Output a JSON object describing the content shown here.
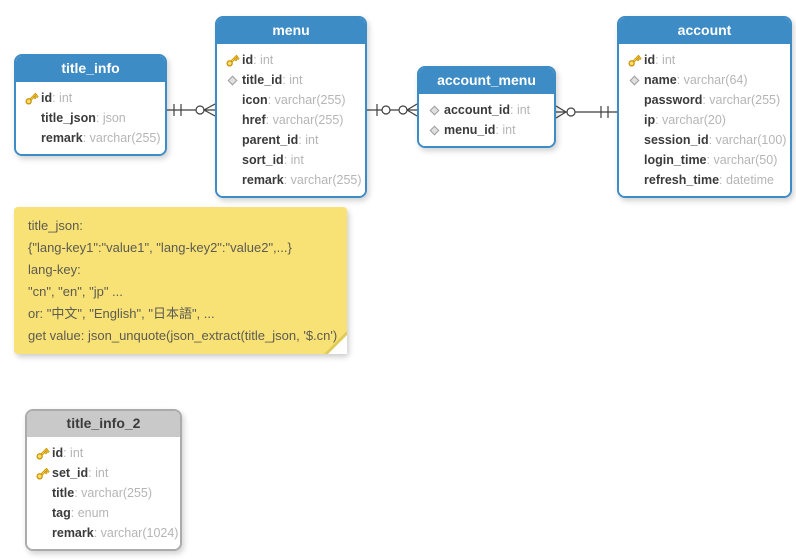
{
  "diagram": {
    "tables": [
      {
        "title": "title_info",
        "theme": "blue",
        "fields": [
          {
            "icon": "key",
            "name": "id",
            "type": "int"
          },
          {
            "icon": "none",
            "name": "title_json",
            "type": "json"
          },
          {
            "icon": "none",
            "name": "remark",
            "type": "varchar(255)"
          }
        ]
      },
      {
        "title": "menu",
        "theme": "blue",
        "fields": [
          {
            "icon": "key",
            "name": "id",
            "type": "int"
          },
          {
            "icon": "diamond",
            "name": "title_id",
            "type": "int"
          },
          {
            "icon": "none",
            "name": "icon",
            "type": "varchar(255)"
          },
          {
            "icon": "none",
            "name": "href",
            "type": "varchar(255)"
          },
          {
            "icon": "none",
            "name": "parent_id",
            "type": "int"
          },
          {
            "icon": "none",
            "name": "sort_id",
            "type": "int"
          },
          {
            "icon": "none",
            "name": "remark",
            "type": "varchar(255)"
          }
        ]
      },
      {
        "title": "account_menu",
        "theme": "blue",
        "fields": [
          {
            "icon": "diamond",
            "name": "account_id",
            "type": "int"
          },
          {
            "icon": "diamond",
            "name": "menu_id",
            "type": "int"
          }
        ]
      },
      {
        "title": "account",
        "theme": "blue",
        "fields": [
          {
            "icon": "key",
            "name": "id",
            "type": "int"
          },
          {
            "icon": "diamond",
            "name": "name",
            "type": "varchar(64)"
          },
          {
            "icon": "none",
            "name": "password",
            "type": "varchar(255)"
          },
          {
            "icon": "none",
            "name": "ip",
            "type": "varchar(20)"
          },
          {
            "icon": "none",
            "name": "session_id",
            "type": "varchar(100)"
          },
          {
            "icon": "none",
            "name": "login_time",
            "type": "varchar(50)"
          },
          {
            "icon": "none",
            "name": "refresh_time",
            "type": "datetime"
          }
        ]
      },
      {
        "title": "title_info_2",
        "theme": "gray",
        "fields": [
          {
            "icon": "key",
            "name": "id",
            "type": "int"
          },
          {
            "icon": "key",
            "name": "set_id",
            "type": "int"
          },
          {
            "icon": "none",
            "name": "title",
            "type": "varchar(255)"
          },
          {
            "icon": "none",
            "name": "tag",
            "type": "enum"
          },
          {
            "icon": "none",
            "name": "remark",
            "type": "varchar(1024)"
          }
        ]
      }
    ],
    "note": {
      "lines": [
        "title_json:",
        "{\"lang-key1\":\"value1\", \"lang-key2\":\"value2\",...}",
        "lang-key:",
        "\"cn\", \"en\", \"jp\" ...",
        "or: \"中文\", \"English\", \"日本語\", ...",
        "get value: json_unquote(json_extract(title_json, '$.cn')"
      ]
    },
    "relationships": [
      {
        "from": "title_info",
        "to": "menu",
        "from_cardinality": "exactly-one",
        "to_cardinality": "zero-or-many"
      },
      {
        "from": "menu",
        "to": "account_menu",
        "from_cardinality": "zero-or-one",
        "to_cardinality": "zero-or-many"
      },
      {
        "from": "account_menu",
        "to": "account",
        "from_cardinality": "zero-or-many",
        "to_cardinality": "exactly-one"
      }
    ],
    "colors": {
      "table_blue": "#3E8CC6",
      "table_gray_header": "#C9C9C9",
      "table_gray_border": "#ABABAB",
      "note_yellow": "#F8E175",
      "key_gold": "#FFD54A",
      "diamond_gray": "#E0E0E0",
      "connector": "#3F3F3F"
    }
  }
}
